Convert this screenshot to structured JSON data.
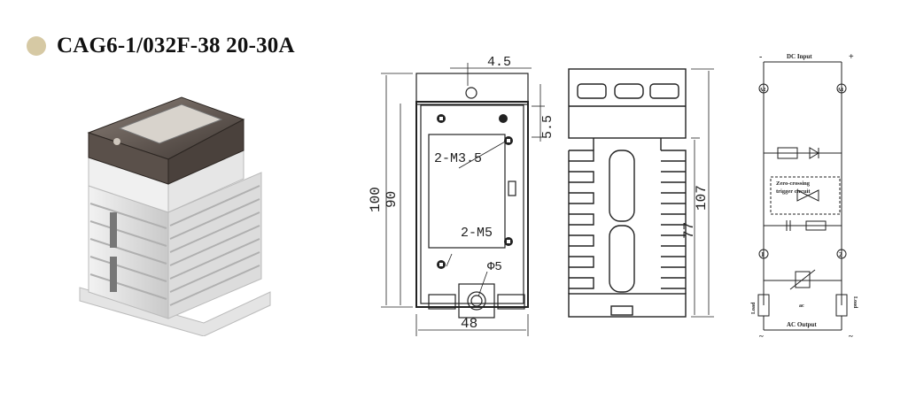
{
  "title": "CAG6-1/032F-38 20-30A",
  "colors": {
    "dot": "#d6c9a4",
    "line": "#222222"
  },
  "front_view": {
    "dim_top": "4.5",
    "dim_right": "5.5",
    "dim_outer_height": "100",
    "dim_inner_height": "90",
    "label_m35": "2-M3.5",
    "label_m5": "2-M5",
    "label_hole": "Φ5",
    "dim_width": "48"
  },
  "side_view": {
    "dim_total": "107",
    "dim_body": "77"
  },
  "schematic": {
    "minus": "-",
    "plus": "+",
    "dc_input": "DC Input",
    "t_a2": "A2",
    "t_a1": "A1",
    "zc_line1": "Zero-crossing",
    "zc_line2": "trigger circuit",
    "t1": "1",
    "t2": "2",
    "load_left": "Load",
    "load_right": "Load",
    "ac_symbol": "ac",
    "ac_output": "AC Output",
    "tilde_left": "~",
    "tilde_right": "~"
  }
}
